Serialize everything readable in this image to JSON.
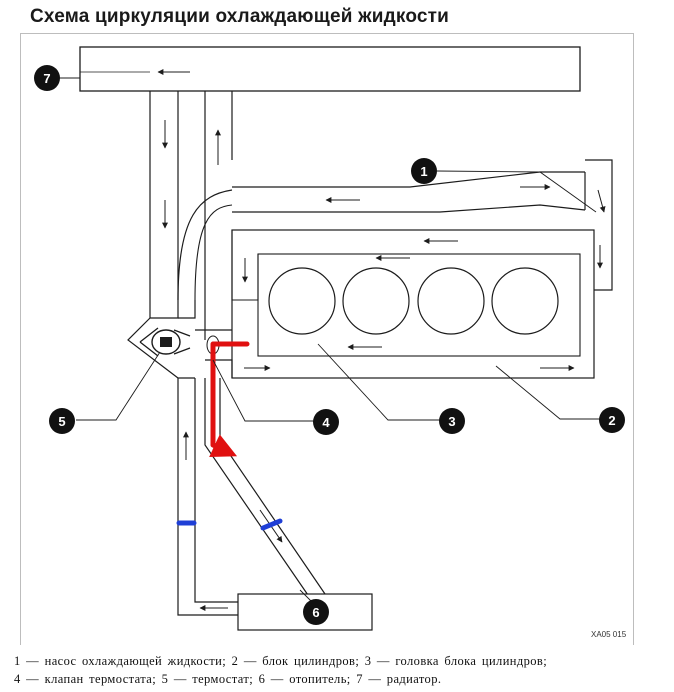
{
  "title": "Схема циркуляции охлаждающей жидкости",
  "figure_code": "XA05 015",
  "callouts": [
    {
      "id": "callout-1",
      "label": "1"
    },
    {
      "id": "callout-2",
      "label": "2"
    },
    {
      "id": "callout-3",
      "label": "3"
    },
    {
      "id": "callout-4",
      "label": "4"
    },
    {
      "id": "callout-5",
      "label": "5"
    },
    {
      "id": "callout-6",
      "label": "6"
    },
    {
      "id": "callout-7",
      "label": "7"
    }
  ],
  "legend": {
    "line1": "1 — насос охлаждающей жидкости; 2 — блок цилиндров; 3 — головка блока цилиндров;",
    "line2": "4 — клапан термостата; 5 — термостат; 6 — отопитель; 7 — радиатор."
  },
  "colors": {
    "line": "#1c1c1c",
    "fill": "#ffffff",
    "flow_marker": "#e01010",
    "clamp_marker": "#1f3fd6",
    "callout_bg": "#111111",
    "callout_text": "#ffffff"
  }
}
